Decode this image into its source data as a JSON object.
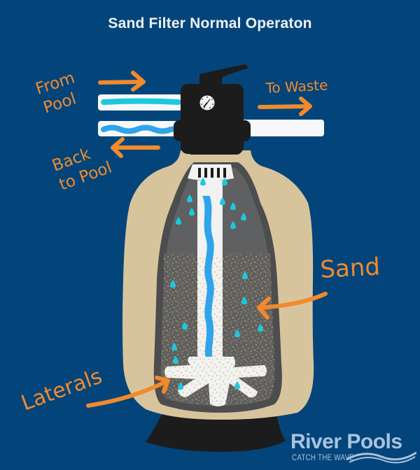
{
  "title": "Sand Filter Normal Operaton",
  "labels": {
    "from_pool_line1": "From",
    "from_pool_line2": "Pool",
    "to_waste": "To Waste",
    "back_to_pool_line1": "Back",
    "back_to_pool_line2": "to Pool",
    "sand": "Sand",
    "laterals": "Laterals"
  },
  "logo": {
    "name": "River Pools",
    "tagline": "CATCH THE WAVE"
  },
  "colors": {
    "background": "#03457a",
    "annotation_orange": "#f28a2c",
    "tank_tan": "#d8c49c",
    "tank_interior_gray": "#5f6061",
    "valve_black": "#1c1c1c",
    "water_blue": "#2fa4ea",
    "water_cyan": "#1ec8dc",
    "pipe_white": "#f6f8f9",
    "sand_speck": "#c9a55a",
    "logo_light_blue": "#a9c3df"
  },
  "components": [
    "multiport valve",
    "pressure gauge",
    "inlet pipe",
    "return pipe",
    "waste pipe",
    "diffuser",
    "standpipe",
    "sand bed",
    "laterals",
    "tank base"
  ]
}
